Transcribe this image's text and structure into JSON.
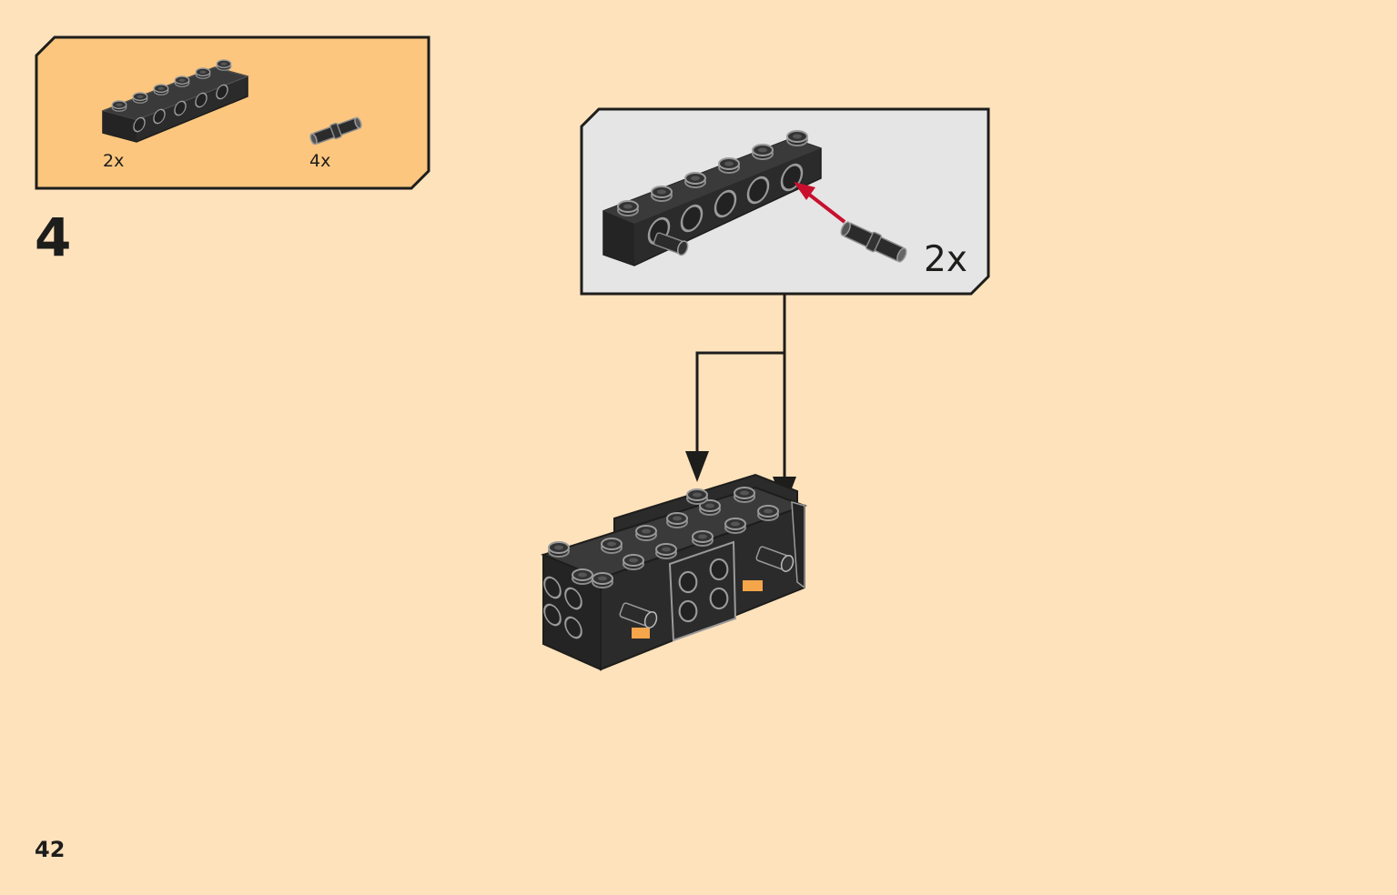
{
  "parts_list": {
    "items": [
      {
        "part": "technic-brick-1x6-black",
        "quantity": "2x"
      },
      {
        "part": "technic-pin-black",
        "quantity": "4x"
      }
    ]
  },
  "step": {
    "number": "4"
  },
  "sub_assembly": {
    "quantity": "2x"
  },
  "page": {
    "number": "42"
  },
  "colors": {
    "page_background": "#fee2bc",
    "parts_box_fill": "#fcc67f",
    "callout_fill": "#e5e5e5",
    "outline": "#1d1d1b",
    "brick": "#2b2b2b",
    "highlight_arrow": "#c8102e"
  },
  "icons": [
    "technic-brick-icon",
    "technic-pin-icon",
    "red-insert-arrow-icon",
    "assembly-arrow-icon",
    "model-assembly-icon"
  ]
}
